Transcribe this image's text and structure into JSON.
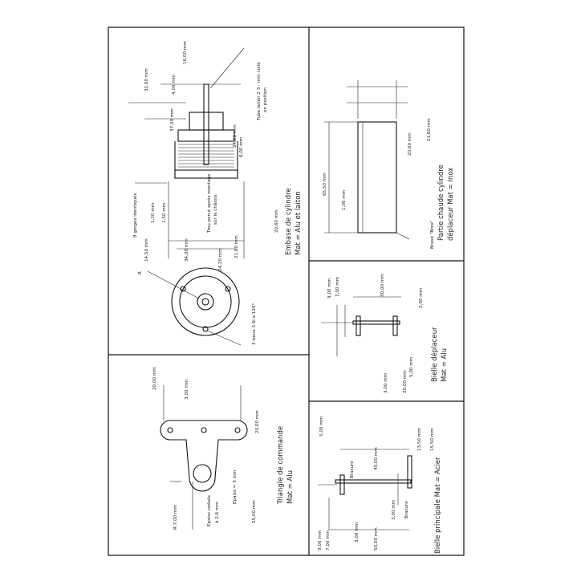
{
  "panels": {
    "cylinder_base": {
      "caption": [
        "Embase de cylindre",
        "Mat = Alu et laiton"
      ],
      "notes": {
        "tube": "Tube laiton 2 3 - mm collé",
        "tube_pos": "en position",
        "hole": "Trou percé après montage",
        "hole2": "sur le châssis",
        "grooves": "8 gorges identiques",
        "three_holes": "3 trous 3 Si a 120°",
        "radius": "R"
      },
      "dims": [
        "16,00 mm",
        "32,00 mm",
        "4,00 mm",
        "37,00 mm",
        "6,00 mm",
        "24,20 mm",
        "1,20 mm",
        "1,50 mm",
        "34,00 mm",
        "24,20 mm",
        "21,60 mm",
        "20,60 mm",
        "14,50 mm"
      ]
    },
    "displacer_tube": {
      "caption": [
        "Partie chaude cylindre",
        "déplaceur Mat = Inox"
      ],
      "notes": {
        "brazed": "Brasé \"Brox\""
      },
      "dims": [
        "21,60 mm",
        "20,60 mm",
        "65,50 mm",
        "1,00 mm"
      ]
    },
    "displacer_rod": {
      "caption": [
        "Bielle déplaceur",
        "Mat = Alu"
      ],
      "dims": [
        "9,00 mm",
        "7,00 mm",
        "30,00 mm",
        "2,00 mm",
        "3,00 mm",
        "20,00 mm",
        "5,00 mm"
      ]
    },
    "control_triangle": {
      "caption": [
        "Triangle de commande",
        "Mat = Alu"
      ],
      "notes": {
        "thickness": "Epaiss = 3 mm",
        "bore": "Epaiss radiale",
        "bore2": "à 2,6 mm"
      },
      "dims": [
        "20,00 mm",
        "3,00 mm",
        "20,00 mm",
        "R 7,00 mm",
        "25,00 mm"
      ]
    },
    "main_rod": {
      "caption": [
        "Bielle principale Mat = Acier"
      ],
      "notes": {
        "brazing_top": "Brasure",
        "brazing_bottom": "Brasure"
      },
      "dims": [
        "5,00 mm",
        "40,00 mm",
        "13,50 mm",
        "15,50 mm",
        "9,00 mm",
        "7,00 mm",
        "3,00 mm",
        "50,00 mm",
        "3,00 mm"
      ]
    }
  },
  "colors": {
    "ink": "#111111",
    "paper": "#ffffff"
  }
}
